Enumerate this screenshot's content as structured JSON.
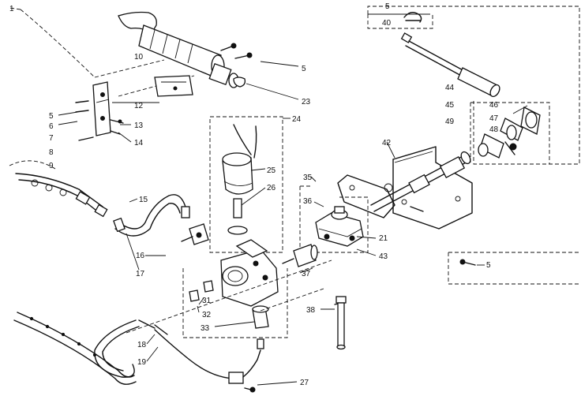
{
  "labels": {
    "l1": "1",
    "l5a": "5",
    "l40": "40",
    "l10": "10",
    "l5b": "5",
    "l23": "23",
    "l12": "12",
    "l13": "13",
    "l14": "14",
    "l5c": "5",
    "l6": "6",
    "l7": "7",
    "l8": "8",
    "l9": "9",
    "l24": "24",
    "l44": "44",
    "l45": "45",
    "l46": "46",
    "l47": "47",
    "l48": "48",
    "l49": "49",
    "l42": "42",
    "l25": "25",
    "l26": "26",
    "l35": "35",
    "l36": "36",
    "l15": "15",
    "l21": "21",
    "l43": "43",
    "l5d": "5",
    "l16": "16",
    "l17": "17",
    "l37": "37",
    "l31": "31",
    "l32": "32",
    "l38": "38",
    "l33": "33",
    "l18": "18",
    "l19": "19",
    "l27": "27"
  }
}
